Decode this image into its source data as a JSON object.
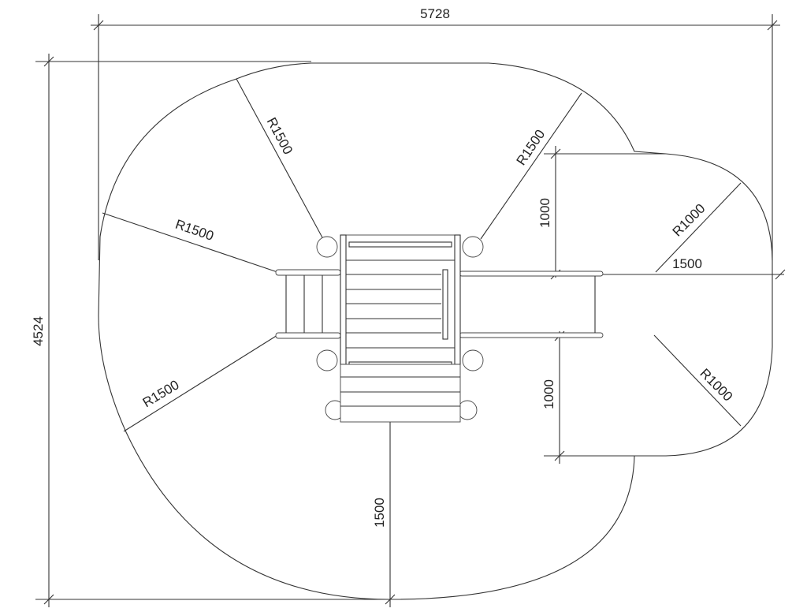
{
  "dimensions": {
    "overall_width": "5728",
    "overall_height": "4524",
    "radius_top_left": "R1500",
    "radius_top_right": "R1500",
    "radius_left": "R1500",
    "radius_bottom_left": "R1500",
    "radius_right_upper": "R1000",
    "radius_right_lower": "R1000",
    "slide_extension": "1500",
    "upper_offset": "1000",
    "lower_offset": "1000",
    "front_clearance": "1500"
  }
}
